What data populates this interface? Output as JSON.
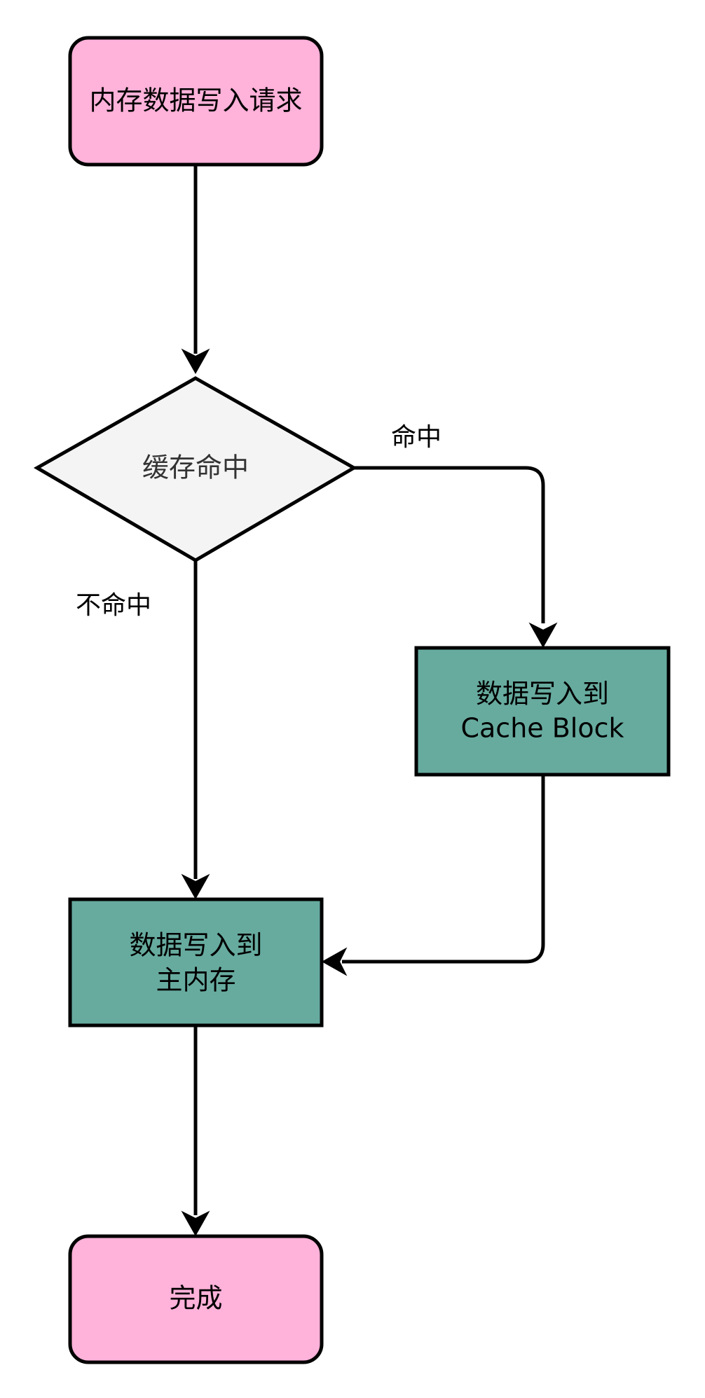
{
  "colors": {
    "terminal_fill": "#ffb2da",
    "decision_fill": "#f4f4f4",
    "process_fill": "#67ab9f",
    "stroke": "#000000",
    "edge": "#000000"
  },
  "nodes": {
    "start": {
      "label": "内存数据写入请求"
    },
    "decision": {
      "label": "缓存命中"
    },
    "write_cache": {
      "line1": "数据写入到",
      "line2": "Cache Block"
    },
    "write_main": {
      "line1": "数据写入到",
      "line2": "主内存"
    },
    "end": {
      "label": "完成"
    }
  },
  "edges": {
    "hit_label": "命中",
    "miss_label": "不命中"
  }
}
